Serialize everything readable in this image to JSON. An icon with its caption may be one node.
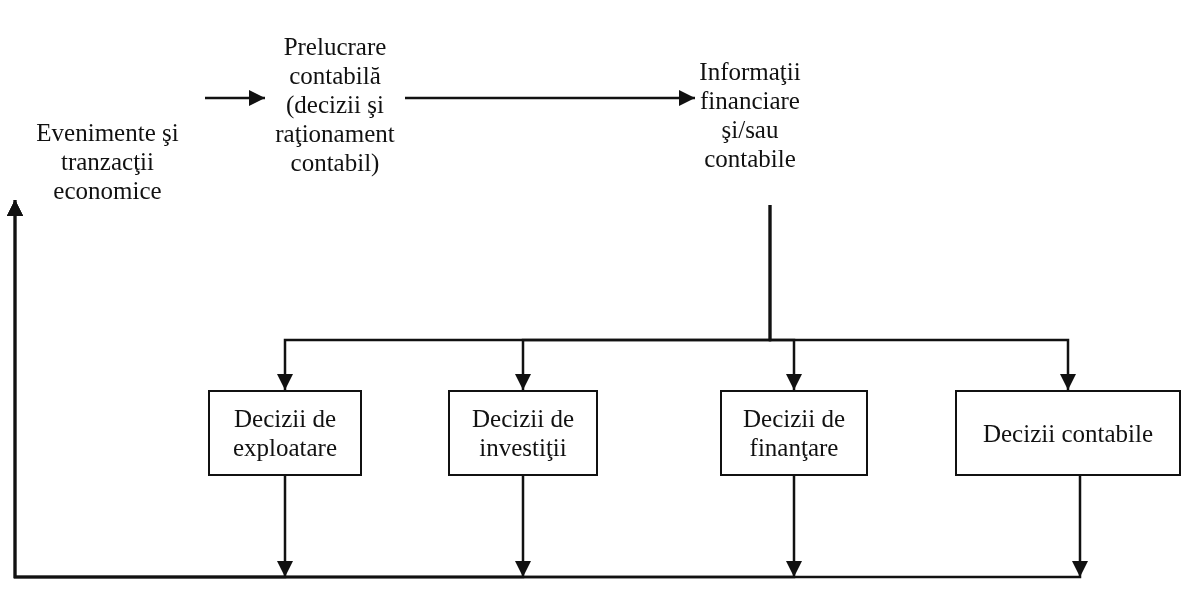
{
  "diagram": {
    "nodes": [
      {
        "text": [
          "Evenimente şi tranzacţii economice"
        ]
      },
      {
        "text": [
          "Prelucrare contabilă (decizii şi raţionament contabil)"
        ]
      },
      {
        "text": [
          "Informaţii financiare şi/sau contabile"
        ]
      },
      {
        "text": [
          "Decizii de exploatare"
        ]
      },
      {
        "text": [
          "Decizii de investiţii"
        ]
      },
      {
        "text": [
          "Decizii de finanţare"
        ]
      },
      {
        "text": [
          "Decizii contabile"
        ]
      }
    ],
    "edges": [
      {
        "from": 0,
        "to": 1,
        "arrow": "to"
      },
      {
        "from": 1,
        "to": 2,
        "arrow": "to"
      },
      {
        "from": 2,
        "to": 3,
        "arrow": "to"
      },
      {
        "from": 2,
        "to": 4,
        "arrow": "to"
      },
      {
        "from": 2,
        "to": 5,
        "arrow": "to"
      },
      {
        "from": 2,
        "to": 6,
        "arrow": "to"
      },
      {
        "from": 3,
        "to": 0,
        "arrow": "to"
      },
      {
        "from": 4,
        "to": 0,
        "arrow": "to"
      },
      {
        "from": 5,
        "to": 0,
        "arrow": "to"
      },
      {
        "from": 6,
        "to": 0,
        "arrow": "to"
      }
    ]
  }
}
